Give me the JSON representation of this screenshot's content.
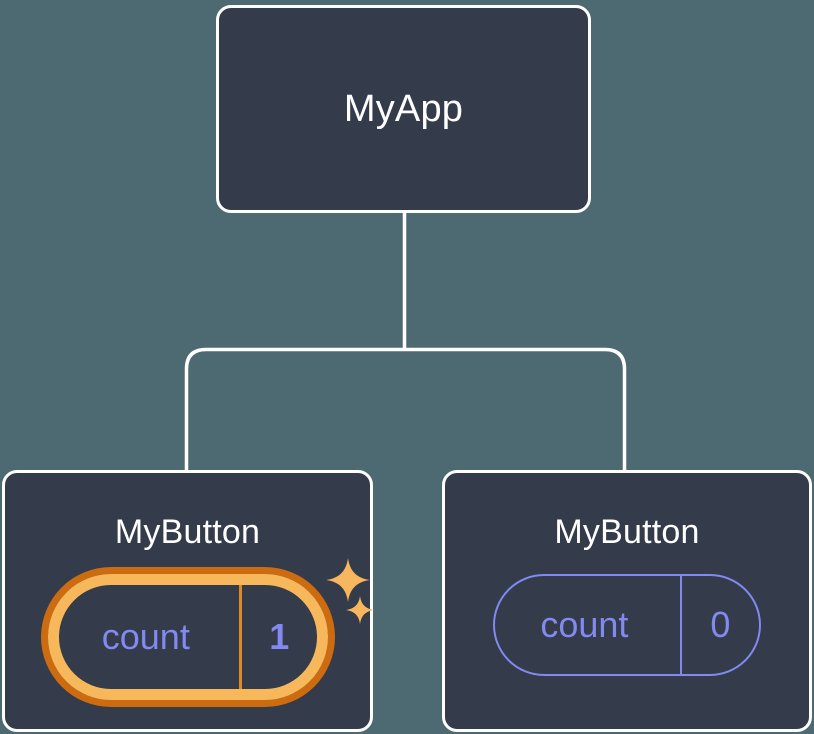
{
  "diagram": {
    "type": "component-tree",
    "background_color": "#4d6972",
    "node_fill_color": "#343b4a",
    "node_border_color": "#ffffff",
    "connector_color": "#ffffff",
    "accent_highlight_color": "#f7b85c",
    "accent_highlight_outer_color": "#cc6b10",
    "state_text_color": "#8289f0"
  },
  "root": {
    "title": "MyApp"
  },
  "children": [
    {
      "title": "MyButton",
      "state": {
        "key": "count",
        "value": "1"
      },
      "highlighted": true,
      "sparkles": [
        {
          "name": "sparkle-large"
        },
        {
          "name": "sparkle-small"
        }
      ]
    },
    {
      "title": "MyButton",
      "state": {
        "key": "count",
        "value": "0"
      },
      "highlighted": false,
      "sparkles": []
    }
  ]
}
